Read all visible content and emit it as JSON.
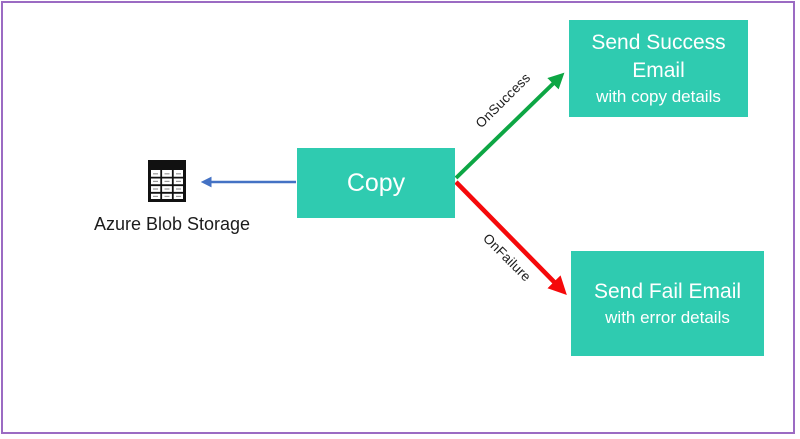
{
  "diagram": {
    "source": {
      "icon": "table-icon",
      "label": "Azure Blob Storage"
    },
    "copy_activity": {
      "label": "Copy"
    },
    "success_activity": {
      "title_line1": "Send Success",
      "title_line2": "Email",
      "subtitle": "with copy details"
    },
    "failure_activity": {
      "title": "Send Fail Email",
      "subtitle": "with error details"
    },
    "connectors": {
      "on_success": {
        "label": "OnSuccess"
      },
      "on_failure": {
        "label": "OnFailure"
      }
    }
  },
  "colors": {
    "activity-teal": "#2fcbb0",
    "frame-purple": "#9b6bc3",
    "success-green": "#0da644",
    "failure-red": "#f5090b",
    "dataset-blue": "#4472c4",
    "label-dark": "#1c1c1c",
    "node-text": "#ffffff",
    "icon-black": "#111111"
  }
}
